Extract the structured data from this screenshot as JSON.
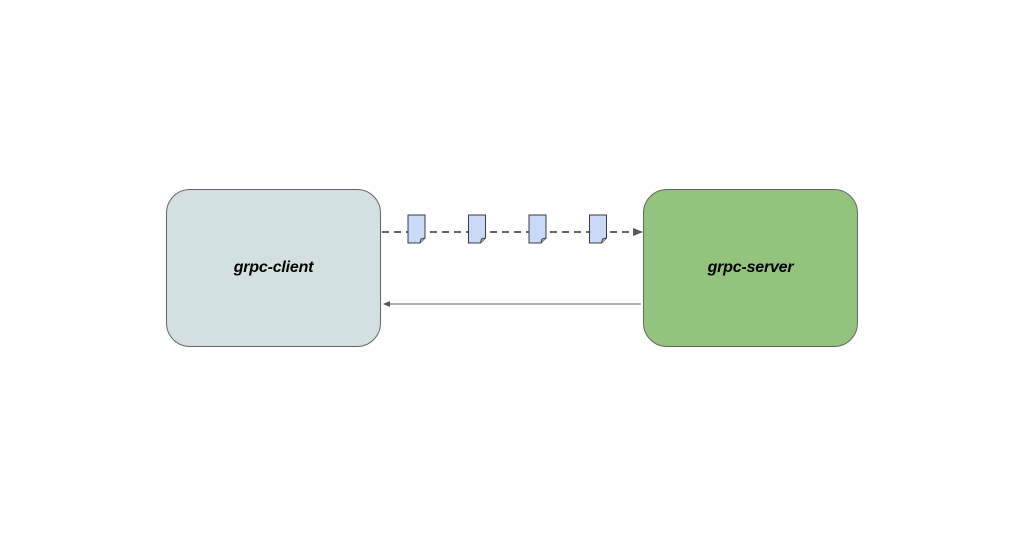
{
  "diagram": {
    "client": {
      "label": "grpc-client",
      "fill_color": "#d2e0e2"
    },
    "server": {
      "label": "grpc-server",
      "fill_color": "#93c47d"
    },
    "request_stream": {
      "style": "dashed",
      "direction": "client-to-server",
      "message_count": 4,
      "message_color": "#c9daf8",
      "line_color": "#666666"
    },
    "response": {
      "style": "solid",
      "direction": "server-to-client",
      "line_color": "#666666"
    }
  }
}
